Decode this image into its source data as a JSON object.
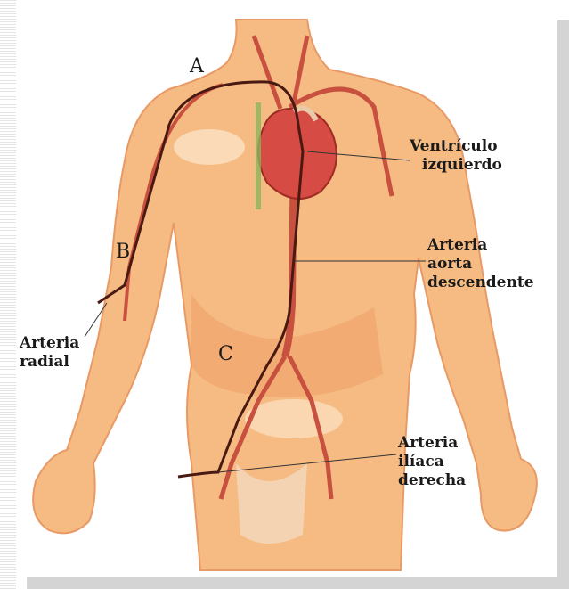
{
  "labels": {
    "point_a": "A",
    "point_b": "B",
    "point_c": "C",
    "ventriculo": [
      "Ventrículo",
      "izquierdo"
    ],
    "aorta": [
      "Arteria",
      "aorta",
      "descendente"
    ],
    "radial": [
      "Arteria",
      "radial"
    ],
    "iliaca": [
      "Arteria",
      "ilíaca",
      "derecha"
    ]
  },
  "colors": {
    "skin": "#f5bb82",
    "skin_shadow": "#ea9d62",
    "artery": "#c8503f",
    "catheter": "#4a1a12",
    "heart": "#d64b43"
  }
}
